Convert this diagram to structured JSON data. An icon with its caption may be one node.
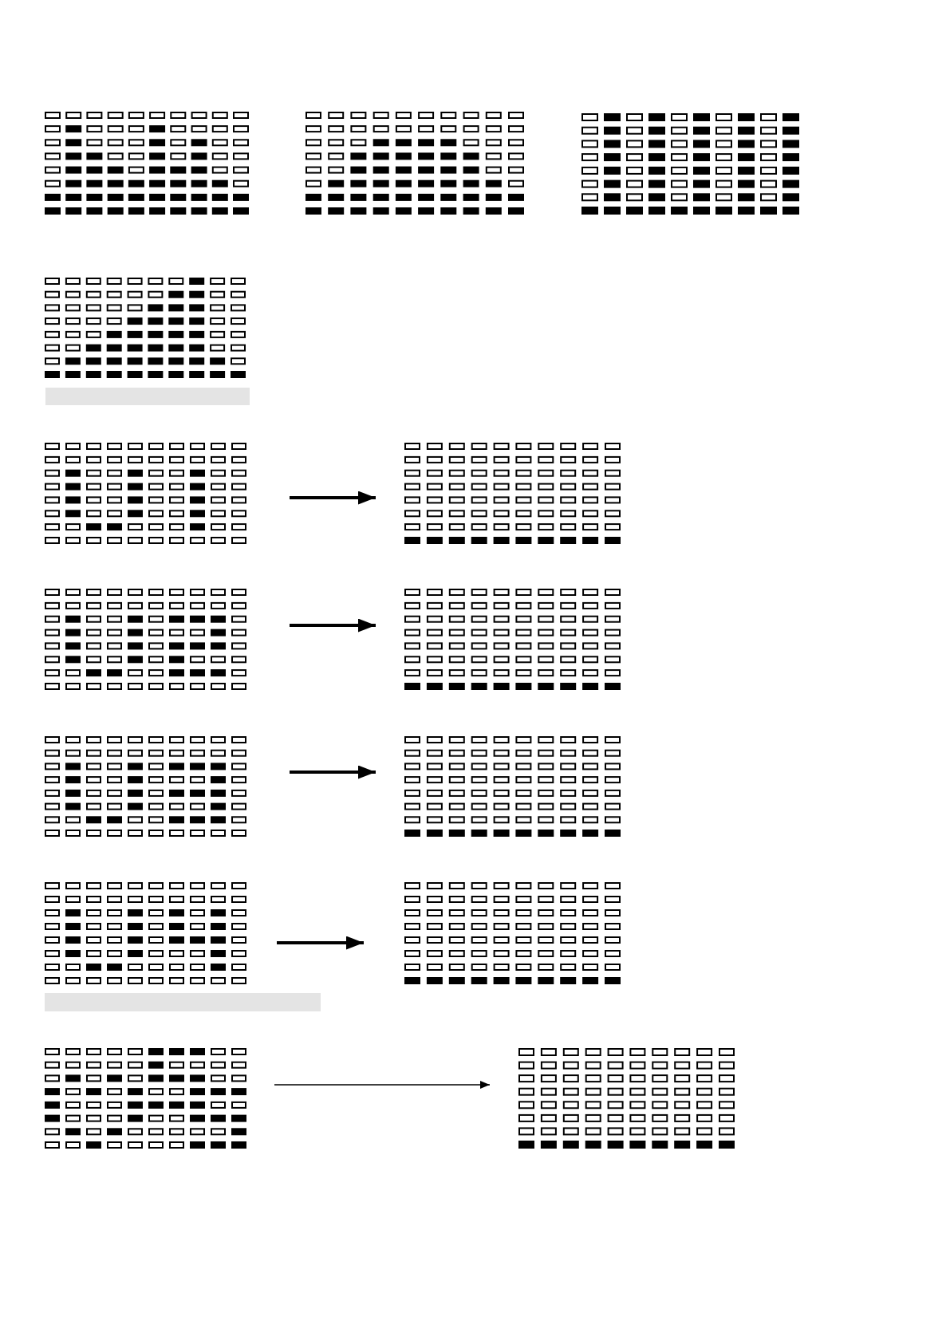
{
  "diagram": {
    "nodes": [
      {
        "text": [],
        "shape": "grid"
      },
      {
        "text": [],
        "shape": "grid"
      },
      {
        "text": [],
        "shape": "grid"
      },
      {
        "text": [],
        "shape": "grid"
      },
      {
        "text": [],
        "shape": "grid"
      },
      {
        "text": [],
        "shape": "grid"
      },
      {
        "text": [],
        "shape": "grid"
      },
      {
        "text": [],
        "shape": "grid"
      },
      {
        "text": [],
        "shape": "grid"
      },
      {
        "text": [],
        "shape": "grid"
      },
      {
        "text": [],
        "shape": "grid"
      },
      {
        "text": [],
        "shape": "grid"
      },
      {
        "text": [],
        "shape": "grid"
      },
      {
        "text": [],
        "shape": "grid"
      }
    ],
    "edges": [
      {
        "from": 4,
        "to": 5,
        "arrow": "to"
      },
      {
        "from": 6,
        "to": 7,
        "arrow": "to"
      },
      {
        "from": 8,
        "to": 9,
        "arrow": "to"
      },
      {
        "from": 10,
        "to": 11,
        "arrow": "to"
      },
      {
        "from": 12,
        "to": 13,
        "arrow": "to"
      }
    ]
  }
}
